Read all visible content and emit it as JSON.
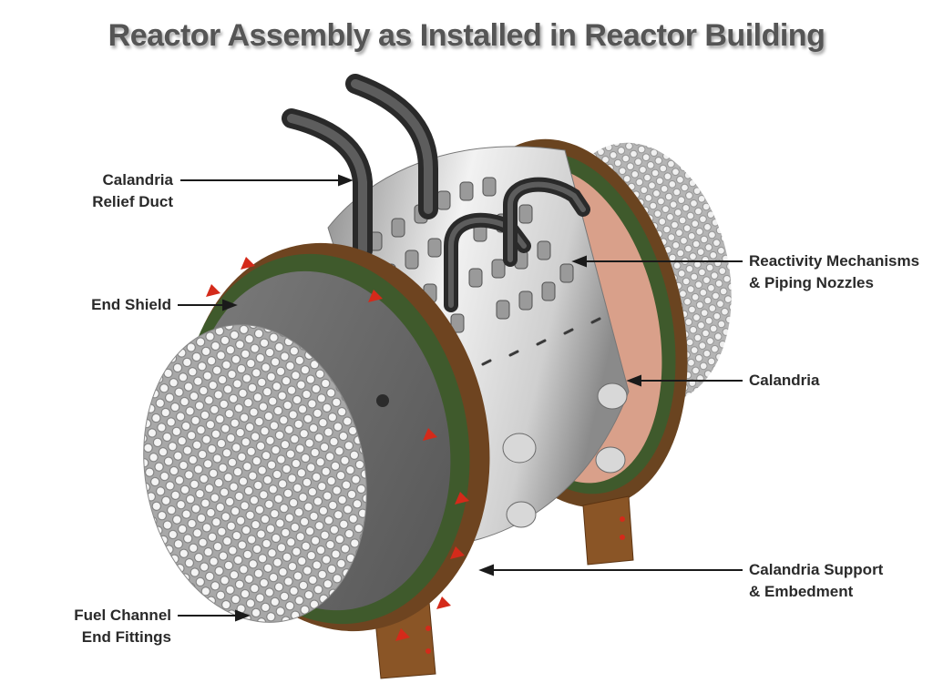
{
  "title": "Reactor Assembly as Installed in Reactor Building",
  "labels": {
    "calandria_relief_duct": "Calandria\nRelief Duct",
    "end_shield": "End Shield",
    "fuel_channel_end_fittings": "Fuel Channel\nEnd Fittings",
    "reactivity_mechanisms": "Reactivity Mechanisms\n& Piping Nozzles",
    "calandria": "Calandria",
    "calandria_support": "Calandria Support\n& Embedment"
  },
  "colors": {
    "steel": "#c9c9c9",
    "end_shield_ring": "#3f5a2c",
    "flange": "#7a4a22",
    "accent_red": "#d42a1a",
    "pipe": "#4a4a4a"
  }
}
